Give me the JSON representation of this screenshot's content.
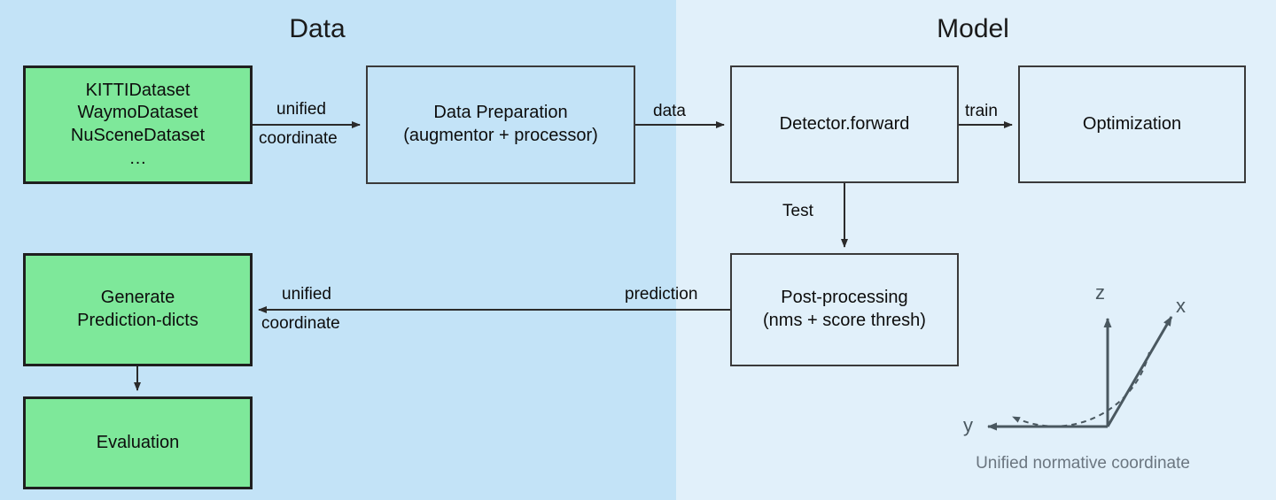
{
  "panels": {
    "data": {
      "title": "Data",
      "bg": "#c3e3f7"
    },
    "model": {
      "title": "Model",
      "bg": "#e1f0fa"
    }
  },
  "nodes": {
    "datasets": {
      "label": "KITTIDataset\nWaymoDataset\nNuSceneDataset\n…",
      "fill": "#7ee89a"
    },
    "data_preparation": {
      "label": "Data Preparation\n(augmentor + processor)",
      "fill": "transparent"
    },
    "detector_forward": {
      "label": "Detector.forward",
      "fill": "transparent"
    },
    "optimization": {
      "label": "Optimization",
      "fill": "transparent"
    },
    "post_processing": {
      "label": "Post-processing\n(nms + score thresh)",
      "fill": "transparent"
    },
    "generate_prediction_dicts": {
      "label": "Generate\nPrediction-dicts",
      "fill": "#7ee89a"
    },
    "evaluation": {
      "label": "Evaluation",
      "fill": "#7ee89a"
    }
  },
  "edges": {
    "datasets_to_prep_line1": "unified",
    "datasets_to_prep_line2": "coordinate",
    "prep_to_detector": "data",
    "detector_to_optimization": "train",
    "detector_to_post": "Test",
    "post_to_generate": "prediction",
    "post_to_generate_line1": "unified",
    "post_to_generate_line2": "coordinate"
  },
  "coordinate_system": {
    "axis_z": "z",
    "axis_x": "x",
    "axis_y": "y",
    "caption": "Unified normative coordinate",
    "axis_color": "#4a5860",
    "caption_color": "#6b7680"
  }
}
